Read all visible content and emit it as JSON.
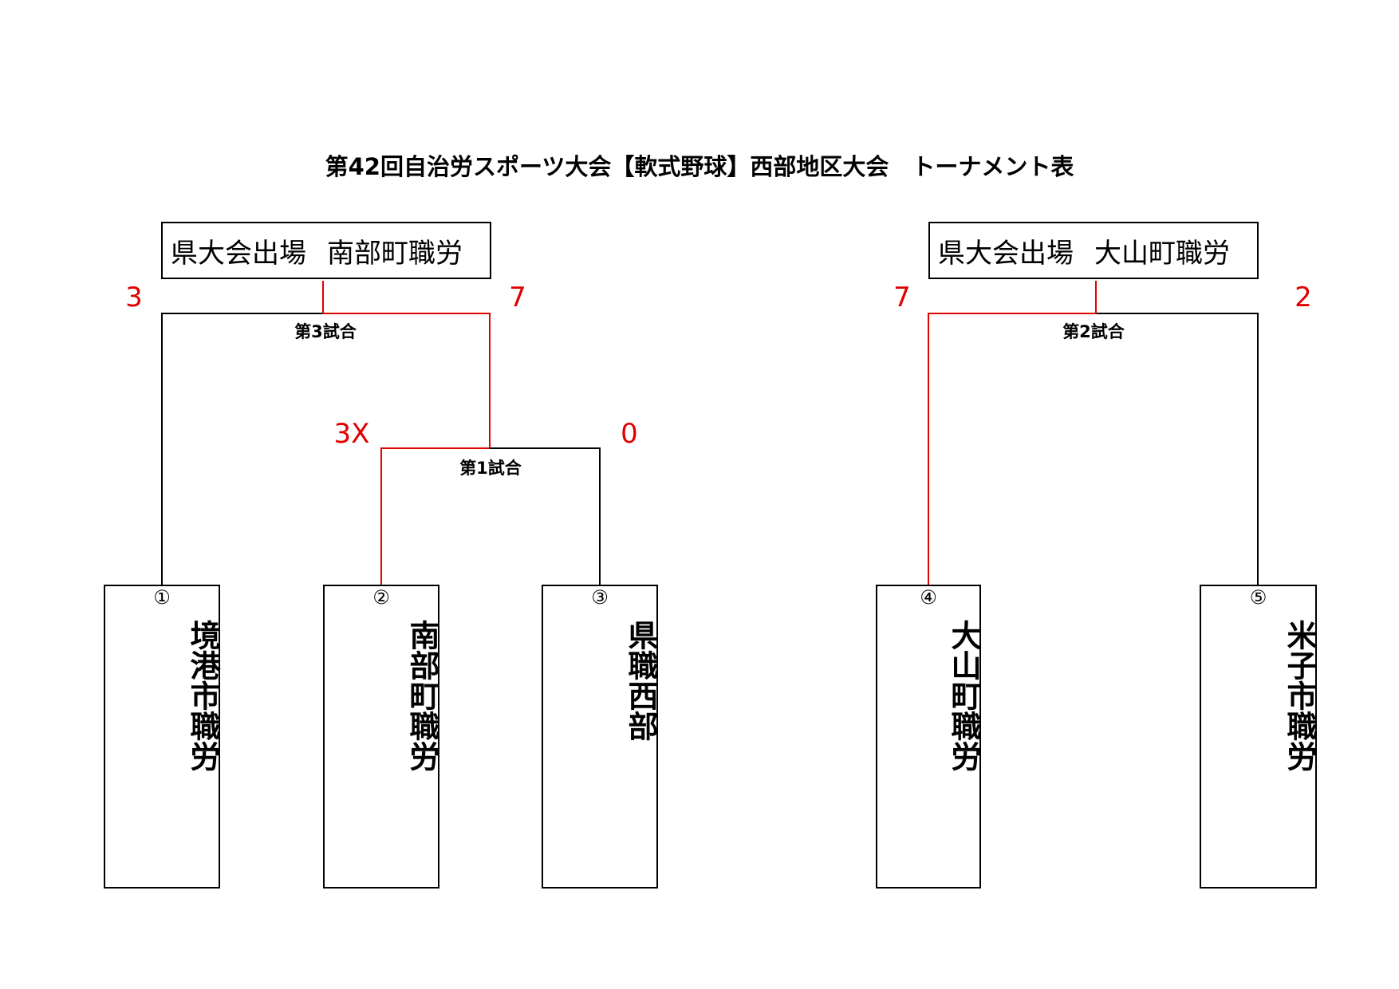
{
  "title": "第42回自治労スポーツ大会【軟式野球】西部地区大会　トーナメント表",
  "qualifiers": [
    {
      "label": "県大会出場",
      "team": "南部町職労"
    },
    {
      "label": "県大会出場",
      "team": "大山町職労"
    }
  ],
  "teams": [
    {
      "number": "①",
      "name": "境港市職労"
    },
    {
      "number": "②",
      "name": "南部町職労"
    },
    {
      "number": "③",
      "name": "県職西部"
    },
    {
      "number": "④",
      "name": "大山町職労"
    },
    {
      "number": "⑤",
      "name": "米子市職労"
    }
  ],
  "games": [
    {
      "label": "第1試合",
      "score_left": "3X",
      "score_right": "0",
      "winner": "left"
    },
    {
      "label": "第2試合",
      "score_left": "7",
      "score_right": "2",
      "winner": "left"
    },
    {
      "label": "第3試合",
      "score_left": "3",
      "score_right": "7",
      "winner": "right"
    }
  ],
  "colors": {
    "winner_line": "#e00000",
    "line": "#000000",
    "score": "#e00000"
  }
}
